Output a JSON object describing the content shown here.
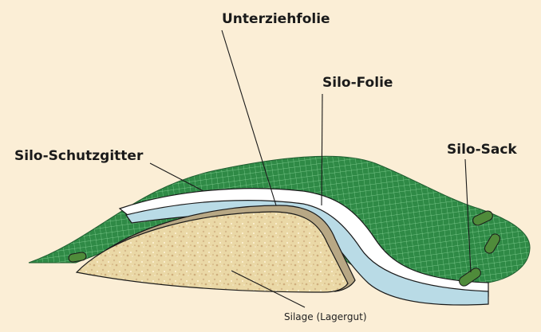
{
  "labels": {
    "underlay_film": "Unterziehfolie",
    "silo_film": "Silo-Folie",
    "protective_net": "Silo-Schutzgitter",
    "silo_bag": "Silo-Sack",
    "silage": "Silage (Lagergut)"
  },
  "colors": {
    "background": "#fbeed6",
    "net_green": "#2f8a46",
    "net_lines": "#7fd28f",
    "silo_film": "#ffffff",
    "underlay_film": "#b9dbe6",
    "silage_fill": "#ead8a6",
    "silage_edge": "#b8a885",
    "bag": "#4f8b3a"
  }
}
